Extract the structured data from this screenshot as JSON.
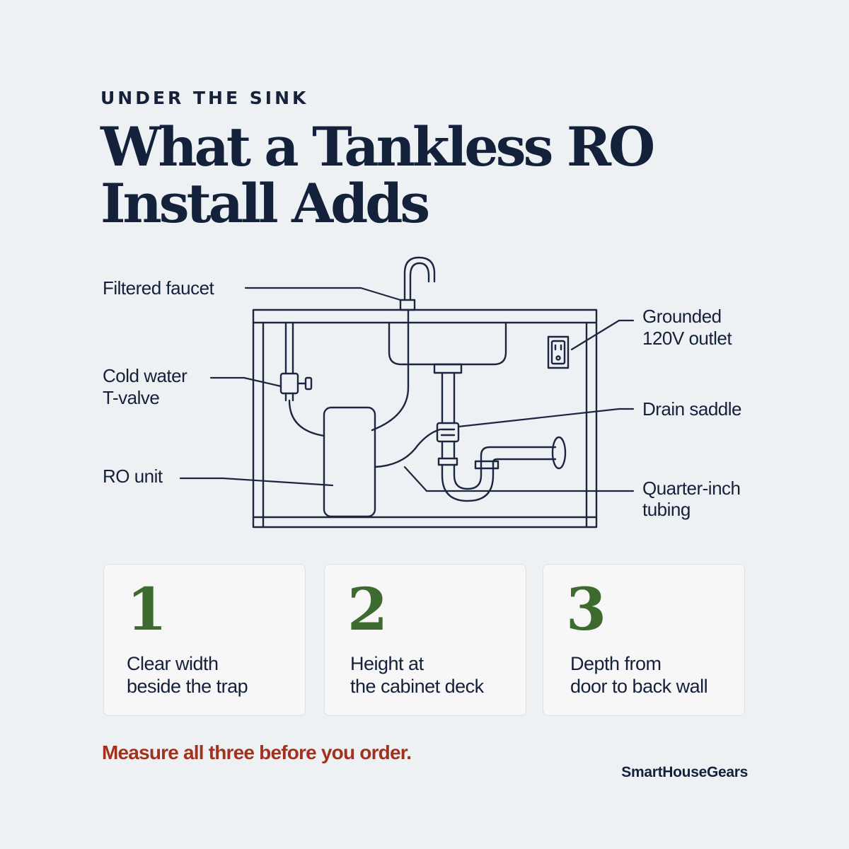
{
  "header": {
    "eyebrow": "UNDER THE SINK",
    "title_line1": "What a Tankless RO",
    "title_line2": "Install Adds"
  },
  "callouts": {
    "filtered_faucet": "Filtered faucet",
    "cold_water_line1": "Cold water",
    "cold_water_line2": "T-valve",
    "ro_unit": "RO unit",
    "outlet_line1": "Grounded",
    "outlet_line2": "120V outlet",
    "drain_saddle": "Drain saddle",
    "tubing_line1": "Quarter-inch",
    "tubing_line2": "tubing"
  },
  "steps": [
    {
      "number": "1",
      "line1": "Clear width",
      "line2": "beside the trap"
    },
    {
      "number": "2",
      "line1": "Height at",
      "line2": "the cabinet deck"
    },
    {
      "number": "3",
      "line1": "Depth from",
      "line2": "door to back wall"
    }
  ],
  "footer": {
    "note": "Measure all three before you order.",
    "brand": "SmartHouseGears"
  },
  "colors": {
    "ink": "#14213a",
    "accent_green": "#3d6a2e",
    "accent_red": "#a0321f",
    "background": "#eef1f3"
  }
}
